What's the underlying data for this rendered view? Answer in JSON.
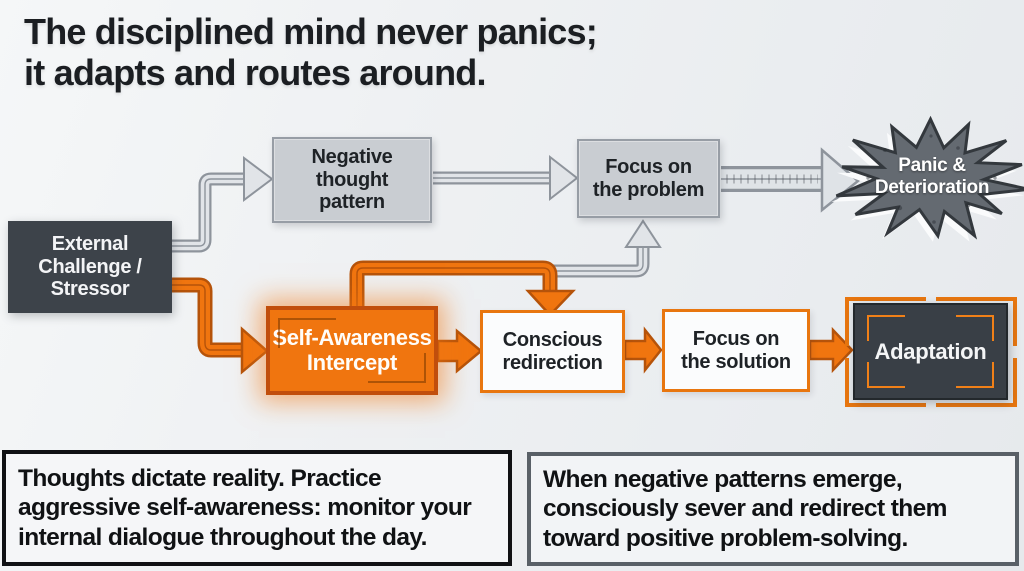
{
  "title": "The disciplined mind never panics;\nit adapts and routes around.",
  "flowchart": {
    "external_challenge": {
      "label": "External\nChallenge /\nStressor"
    },
    "negative_thought": {
      "label": "Negative\nthought\npattern"
    },
    "focus_problem": {
      "label": "Focus on\nthe problem"
    },
    "panic_deterioration": {
      "label": "Panic &\nDeterioration"
    },
    "self_awareness": {
      "label": "Self-Awareness\nIntercept"
    },
    "conscious_redirection": {
      "label": "Conscious\nredirection"
    },
    "focus_solution": {
      "label": "Focus on\nthe solution"
    },
    "adaptation": {
      "label": "Adaptation"
    }
  },
  "notes": {
    "left": "Thoughts dictate reality. Practice\naggressive self-awareness: monitor your\ninternal dialogue throughout the day.",
    "right": "When negative patterns emerge,\nconsciously sever and redirect them\ntoward positive problem-solving."
  },
  "colors": {
    "accent_orange": "#f0750f",
    "accent_orange_dark": "#b5530a",
    "gray_arrow_fill": "#e1e4e8",
    "gray_arrow_border": "#8e949c",
    "gray_box_fill": "#c9cdd2",
    "gray_box_border": "#979da5",
    "dark_box": "#3d434a",
    "starburst_fill": "#646a71",
    "starburst_border": "#33383d",
    "text_ink": "#1d2125"
  }
}
